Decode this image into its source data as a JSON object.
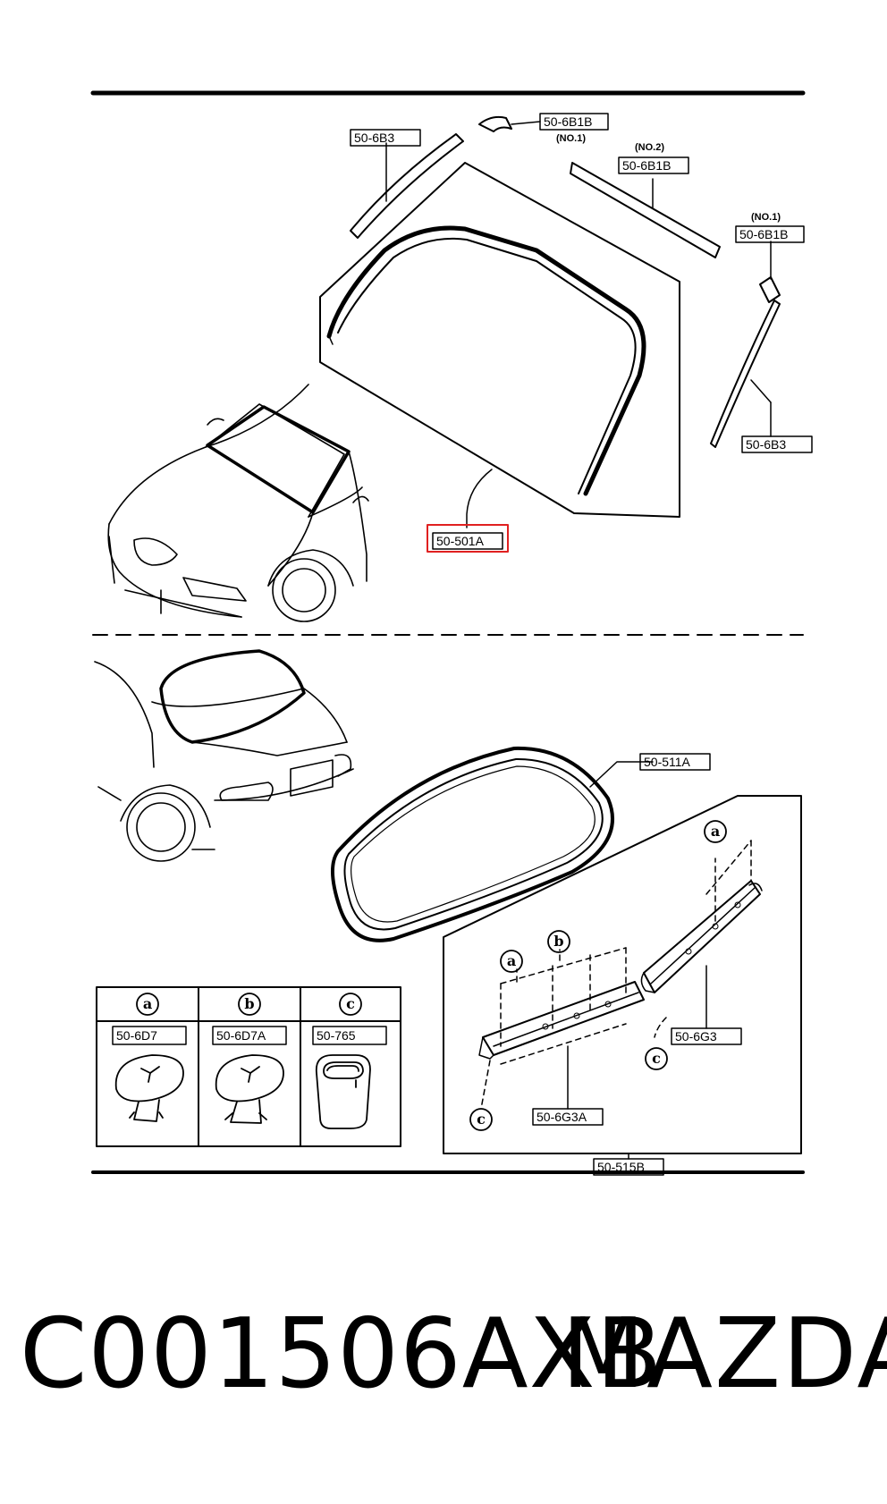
{
  "diagram": {
    "callouts": {
      "moulding_left_top": "50-6B3",
      "moulding_top_no1": "50-6B1B",
      "moulding_top_no1_sub": "(NO.1)",
      "moulding_top_no2": "50-6B1B",
      "moulding_top_no2_sub": "(NO.2)",
      "moulding_right_no1": "50-6B1B",
      "moulding_right_no1_sub": "(NO.1)",
      "moulding_right_lower": "50-6B3",
      "windshield": "50-501A",
      "rear_glass": "50-511A",
      "rear_moulding_right": "50-6G3",
      "rear_moulding_left": "50-6G3A",
      "rear_moulding_set": "50-515B"
    },
    "clip_table": [
      {
        "letter": "a",
        "part": "50-6D7"
      },
      {
        "letter": "b",
        "part": "50-6D7A"
      },
      {
        "letter": "c",
        "part": "50-765"
      }
    ],
    "markers": {
      "a": "a",
      "b": "b",
      "c": "c"
    },
    "highlight_color": "#e02020"
  },
  "footer": {
    "part_code": "C001506AXB",
    "brand": "MAZDA"
  }
}
